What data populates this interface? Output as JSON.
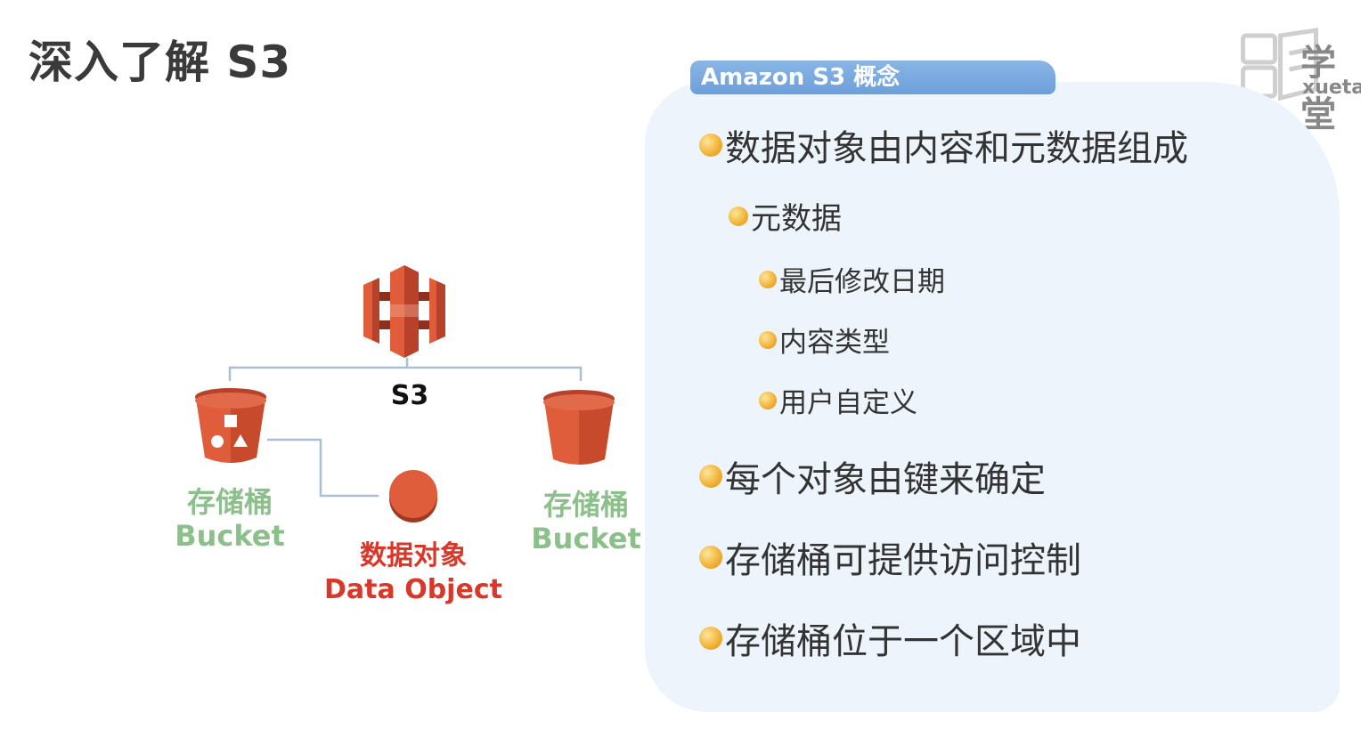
{
  "title": "深入了解 S3",
  "panel": {
    "tab_label": "Amazon S3 概念",
    "bullets": [
      {
        "level": 1,
        "text": "数据对象由内容和元数据组成"
      },
      {
        "level": 2,
        "text": "元数据"
      },
      {
        "level": 3,
        "text": "最后修改日期"
      },
      {
        "level": 3,
        "text": "内容类型"
      },
      {
        "level": 3,
        "text": "用户自定义"
      },
      {
        "level": 1,
        "text": "每个对象由键来确定"
      },
      {
        "level": 1,
        "text": "存储桶可提供访问控制"
      },
      {
        "level": 1,
        "text": "存储桶位于一个区域中"
      }
    ]
  },
  "diagram": {
    "s3_label": "S3",
    "bucket_left": {
      "cn": "存储桶",
      "en": "Bucket"
    },
    "bucket_right": {
      "cn": "存储桶",
      "en": "Bucket"
    },
    "data_object": {
      "cn": "数据对象",
      "en": "Data Object"
    },
    "colors": {
      "aws_orange": "#e05d3b",
      "label_green": "#8cc08a",
      "label_red": "#d8382a",
      "connector": "#a9bfd6"
    }
  },
  "watermark": {
    "text": "学堂",
    "sub": "xueta"
  }
}
